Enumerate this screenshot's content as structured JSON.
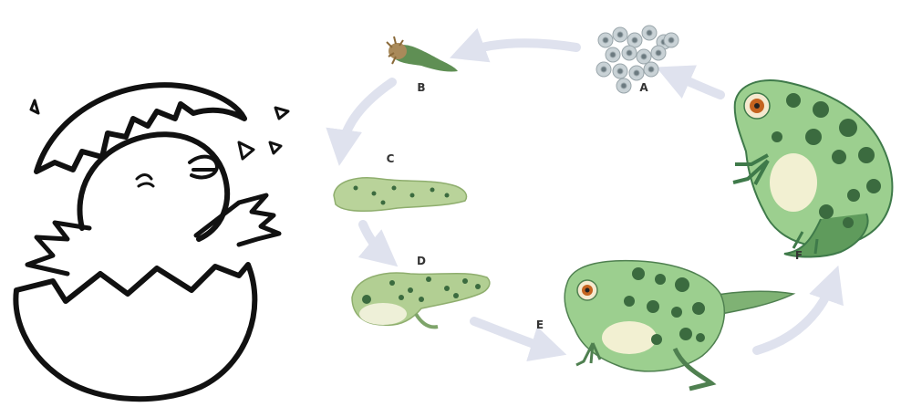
{
  "diagram": {
    "stages": [
      {
        "id": "A",
        "label": "A"
      },
      {
        "id": "B",
        "label": "B"
      },
      {
        "id": "C",
        "label": "C"
      },
      {
        "id": "D",
        "label": "D"
      },
      {
        "id": "E",
        "label": "E"
      },
      {
        "id": "F",
        "label": "F"
      }
    ]
  },
  "colors": {
    "arrow": "#dfe2ee",
    "frog_light": "#9ccf8f",
    "frog_dark": "#3f7a4a",
    "frog_belly": "#f2f0d2",
    "tadpole": "#b9d39a",
    "spot": "#3b6b3f",
    "egg": "#c9d2d6",
    "eye": "#c4631f",
    "ink": "#111111"
  }
}
